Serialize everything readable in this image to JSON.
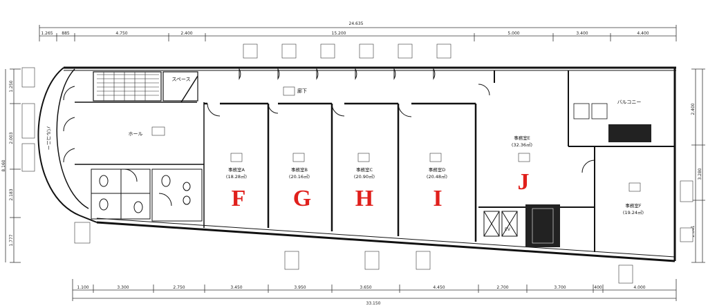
{
  "overall": {
    "top_total": "24.635",
    "bottom_total": "33.150"
  },
  "dims_top": [
    "1.265",
    "885",
    "4.750",
    "2.400",
    "15.200",
    "5.000",
    "3.400",
    "4.400"
  ],
  "dims_bottom": [
    "1.100",
    "3.300",
    "2.750",
    "3.450",
    "3.950",
    "3.650",
    "4.450",
    "2.700",
    "3.700",
    "400",
    "4.000"
  ],
  "dims_left": [
    "1.250",
    "2.003",
    "8.160",
    "2.183",
    "1.777"
  ],
  "dims_right": [
    "2.400",
    "3.280",
    "2.641"
  ],
  "labels": {
    "balcony_left": "バルコニー",
    "balcony_right": "バルコニー",
    "hall": "ホール",
    "corridor": "廊下",
    "space": "スペース",
    "ev": "EV"
  },
  "offices": [
    {
      "id": "F",
      "name": "事務室A",
      "area": "(18.28㎡)"
    },
    {
      "id": "G",
      "name": "事務室B",
      "area": "(20.16㎡)"
    },
    {
      "id": "H",
      "name": "事務室C",
      "area": "(20.90㎡)"
    },
    {
      "id": "I",
      "name": "事務室D",
      "area": "(20.48㎡)"
    },
    {
      "id": "J",
      "name": "事務室E",
      "area": "(32.36㎡)"
    },
    {
      "name": "事務室F",
      "area": "(19.24㎡)"
    }
  ],
  "colors": {
    "accent": "#e0201c",
    "line": "#111111"
  }
}
